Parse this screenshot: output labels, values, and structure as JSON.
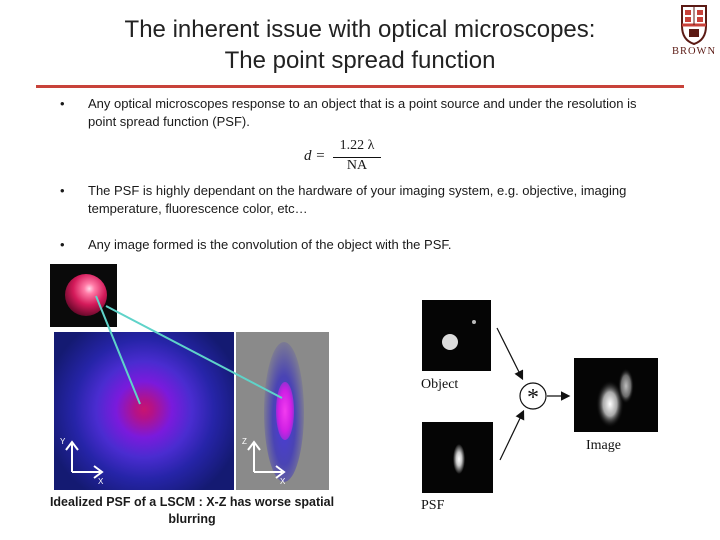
{
  "slide": {
    "title_line1": "The inherent issue with optical microscopes:",
    "title_line2": "The point spread function",
    "logo_text": "BROWN",
    "bullet_marker": "•",
    "bullets": [
      "Any optical microscopes response to an object that is a point source and under the resolution is point spread function (PSF).",
      "The PSF is highly dependant on the hardware of your imaging system, e.g. objective, imaging temperature, fluorescence color, etc…",
      "Any image formed is the convolution of the object with the PSF."
    ],
    "formula": {
      "lhs": "d =",
      "numerator": "1.22 λ",
      "denominator": "NA"
    }
  },
  "psf_figure": {
    "xy_axis": {
      "up": "Y",
      "right": "X"
    },
    "xz_axis": {
      "up": "Z",
      "right": "X"
    },
    "caption": "Idealized PSF of a LSCM : X-Z has worse spatial blurring"
  },
  "convolution_diagram": {
    "object_label": "Object",
    "psf_label": "PSF",
    "image_label": "Image",
    "operator": "*"
  },
  "colors": {
    "accent_rule": "#c8423a",
    "connector": "#5fd3c9",
    "psf_core": "#e43be6"
  }
}
